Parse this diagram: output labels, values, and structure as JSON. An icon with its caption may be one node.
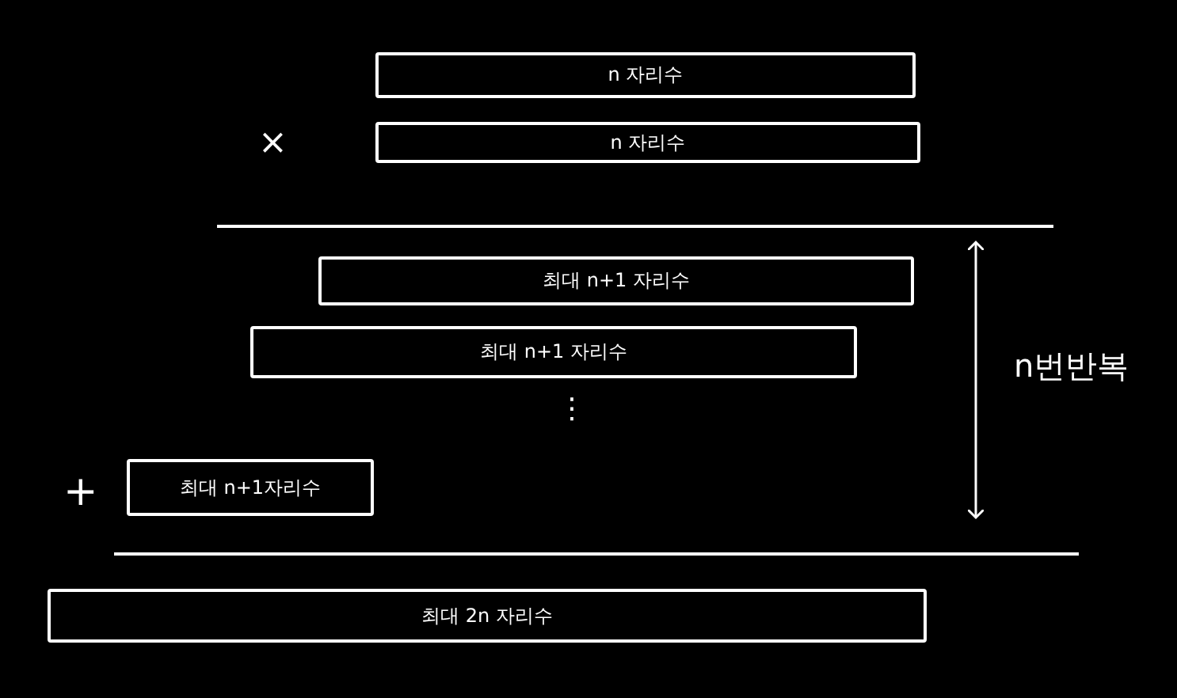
{
  "diagram": {
    "nodes": [
      {
        "text": [
          "n 자리수"
        ]
      },
      {
        "text": [
          "n 자리수"
        ]
      },
      {
        "text": [
          "최대 n+1 자리수"
        ]
      },
      {
        "text": [
          "최대 n+1 자리수"
        ]
      },
      {
        "text": [
          "최대 n+1자리수"
        ]
      },
      {
        "text": [
          "최대 2n 자리수"
        ]
      }
    ],
    "labels": [
      "×",
      "n번반복",
      "⋮",
      "+"
    ]
  }
}
